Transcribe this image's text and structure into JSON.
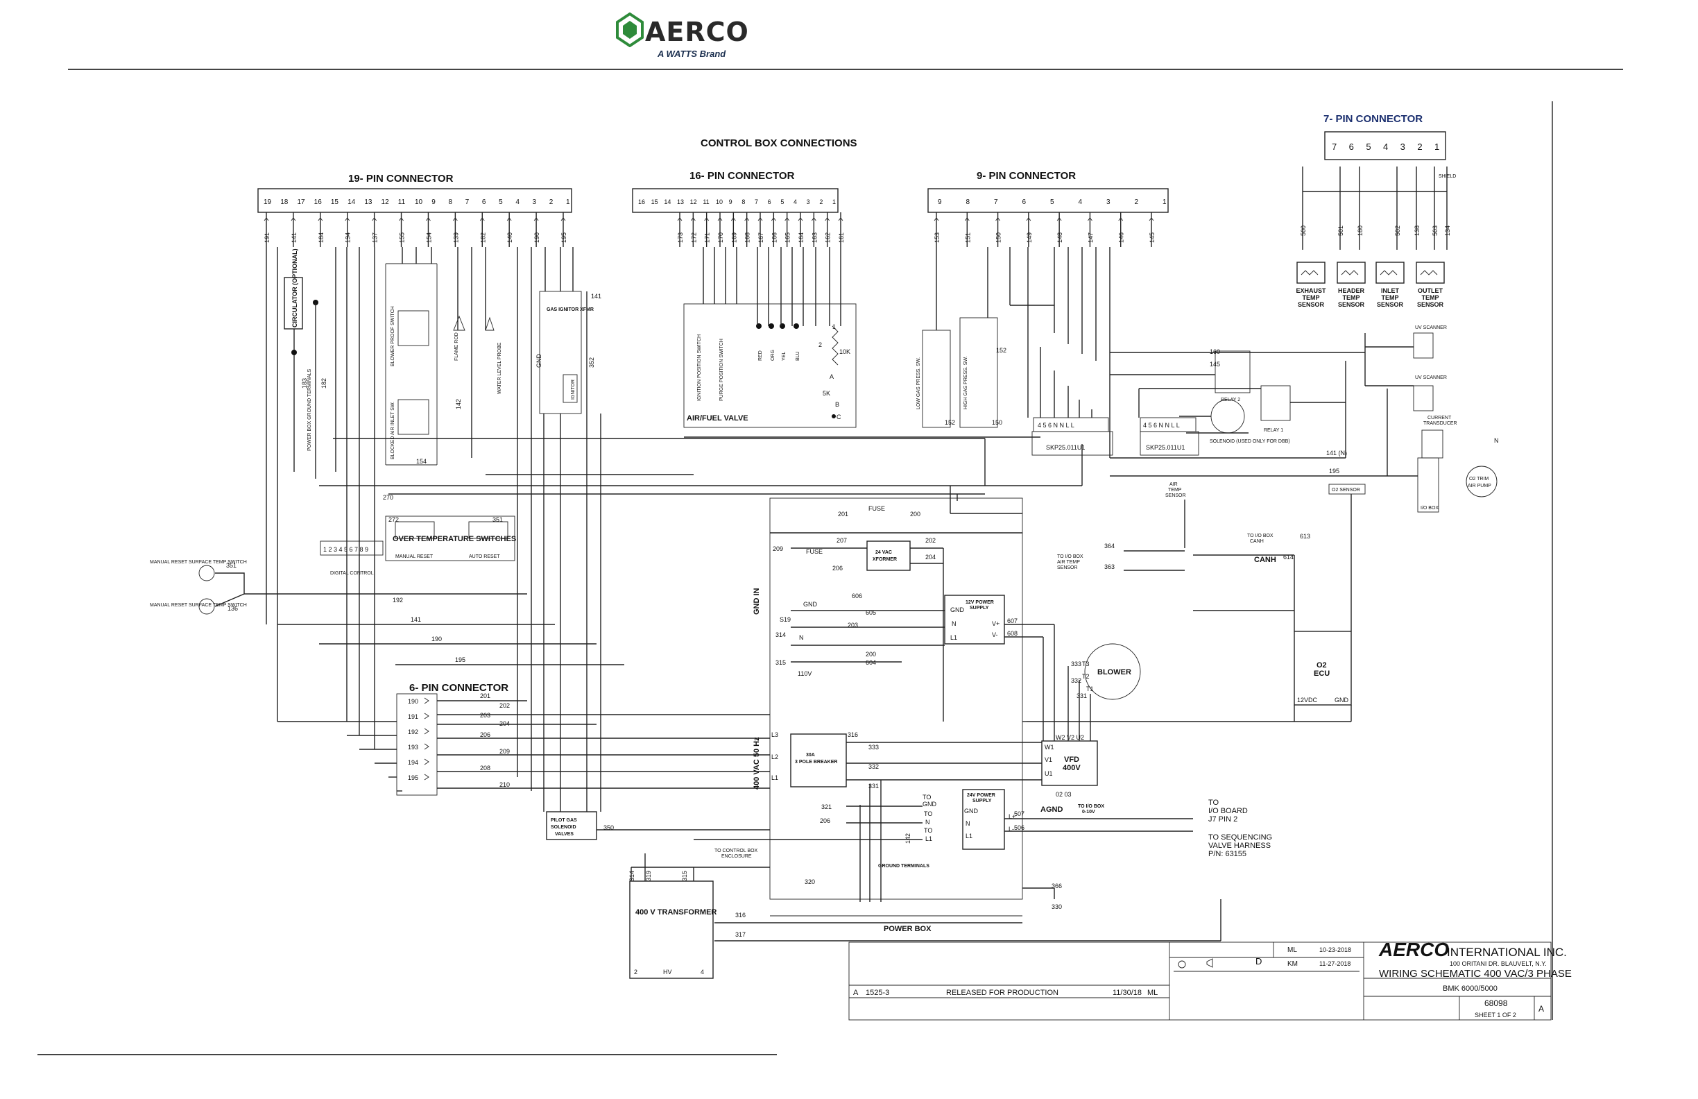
{
  "brand": {
    "name": "AERCO",
    "tagline": "A WATTS Brand"
  },
  "headers": {
    "control_box": "CONTROL BOX CONNECTIONS",
    "pin19": "19- PIN CONNECTOR",
    "pin16": "16- PIN CONNECTOR",
    "pin9": "9- PIN CONNECTOR",
    "pin7": "7- PIN CONNECTOR",
    "pin6": "6- PIN CONNECTOR"
  },
  "pins": {
    "pin19": [
      "19",
      "18",
      "17",
      "16",
      "15",
      "14",
      "13",
      "12",
      "11",
      "10",
      "9",
      "8",
      "7",
      "6",
      "5",
      "4",
      "3",
      "2",
      "1"
    ],
    "pin16": [
      "16",
      "15",
      "14",
      "13",
      "12",
      "11",
      "10",
      "9",
      "8",
      "7",
      "6",
      "5",
      "4",
      "3",
      "2",
      "1"
    ],
    "pin9": [
      "9",
      "8",
      "7",
      "6",
      "5",
      "4",
      "3",
      "2",
      "1"
    ],
    "pin7": [
      "7",
      "6",
      "5",
      "4",
      "3",
      "2",
      "1"
    ]
  },
  "wires": {
    "pin19": [
      "191",
      "141",
      "184",
      "194",
      "137",
      "155",
      "154",
      "139",
      "182",
      "140",
      "190",
      "195"
    ],
    "pin16": [
      "173",
      "172",
      "171",
      "170",
      "169",
      "168",
      "167",
      "166",
      "165",
      "164",
      "163",
      "162",
      "161"
    ],
    "pin9": [
      "153",
      "151",
      "150",
      "149",
      "148",
      "147",
      "146",
      "145"
    ],
    "pin7": [
      "500",
      "501",
      "180",
      "502",
      "138",
      "503",
      "134"
    ]
  },
  "sensors": [
    "EXHAUST TEMP SENSOR",
    "HEADER TEMP SENSOR",
    "INLET TEMP SENSOR",
    "OUTLET TEMP SENSOR"
  ],
  "components": {
    "circulator": "CIRCULATOR (OPTIONAL)",
    "power_box_ground": "POWER BOX GROUND TERMINALS",
    "blower_proof": "BLOWER PROOF SWITCH",
    "blocked_inlet": "BLOCKED AIR INLET SW.",
    "flame_rod": "FLAME ROD",
    "water_level": "WATER LEVEL PROBE",
    "gas_ignitor_xfmr": "GAS IGNITOR XFMR",
    "ignitor": "IGNITOR",
    "air_fuel_valve": "AIR/FUEL VALVE",
    "ignition_switch": "IGNITION POSITION SWITCH",
    "purge_switch": "PURGE POSITION SWITCH",
    "wire_colors": [
      "RED",
      "ORG",
      "YEL",
      "BLU"
    ],
    "pot": [
      "10K",
      "5K",
      "A",
      "B",
      "C"
    ],
    "low_gas": "LOW GAS PRESS. SW.",
    "high_gas": "HIGH GAS PRESS. SW.",
    "relay_base_1": "SKP25.011U1",
    "relay_base_2": "SKP25.011U1",
    "relay2": "RELAY 2",
    "relay1": "RELAY 1",
    "solenoid": "SOLENOID (USED ONLY FOR DBB)",
    "uv_scanner_1": "UV SCANNER",
    "uv_scanner_2": "UV SCANNER",
    "current_transducer": "CURRENT TRANSDUCER",
    "o2_trim_pump": "O2 TRIM AIR PUMP",
    "io_box": "I/O BOX",
    "air_temp_sensor": "AIR TEMP SENSOR",
    "o2_sensor": "O2 SENSOR",
    "to_io_box_air": "TO I/O BOX AIR TEMP SENSOR",
    "to_io_box_canh": "TO I/O BOX CANH",
    "canh": "CANH",
    "o2_ecu": "O2 ECU",
    "ecu_12v": "12VDC",
    "ecu_gnd": "GND",
    "over_temp": "OVER TEMPERATURE SWITCHES",
    "manual_reset": "MANUAL RESET",
    "auto_reset": "AUTO RESET",
    "digital_control": "DIGITAL CONTROL",
    "manual_reset_surface_1": "MANUAL RESET SURFACE TEMP SWITCH",
    "manual_reset_surface_2": "MANUAL RESET SURFACE TEMP SWITCH",
    "fuse_top": "FUSE",
    "fuse_left": "FUSE",
    "xformer_24": "24 VAC XFORMER",
    "ps_12v": "12V POWER SUPPLY",
    "ps_24v": "24V POWER SUPPLY",
    "gnd_in": "GND IN",
    "vac_400": "400 VAC 50 Hz",
    "breaker": "30A 3 POLE BREAKER",
    "vfd": "VFD 400V",
    "agnd": "AGND",
    "to_io_box_0_10": "TO I/O BOX 0-10V",
    "blower": "BLOWER",
    "pilot_gas": "PILOT GAS SOLENOID VALVES",
    "transformer_400": "400 V TRANSFORMER",
    "to_control_box": "TO CONTROL BOX ENCLOSURE",
    "ground_terminals": "GROUND TERMINALS",
    "power_box": "POWER BOX",
    "to_io_board": "TO I/O BOARD J7 PIN 2",
    "to_sequencing": "TO SEQUENCING VALVE HARNESS P/N: 63155",
    "hv": "HV",
    "shield": "SHIELD",
    "n_label": "N",
    "v110": "110V",
    "gnd": "GND"
  },
  "pin6_rows": [
    "190",
    "191",
    "192",
    "193",
    "194",
    "195"
  ],
  "pin6_wires": [
    "201",
    "202",
    "203",
    "204",
    "206",
    "209",
    "208",
    "210"
  ],
  "title_block": {
    "company": "INTERNATIONAL INC.",
    "address": "100 ORITANI DR. BLAUVELT, N.Y.",
    "title": "WIRING SCHEMATIC 400 VAC/3 PHASE",
    "model": "BMK 6000/5000",
    "drawing_no": "68098",
    "sheet": "SHEET 1 OF 2",
    "rev": "A",
    "size": "D",
    "drawn_by": "ML",
    "drawn_date": "10-23-2018",
    "checked_by": "KM",
    "checked_date": "11-27-2018",
    "rev_row": {
      "rev": "A",
      "ecn": "1525-3",
      "description": "RELEASED FOR PRODUCTION",
      "date": "11/30/18",
      "by": "ML"
    }
  }
}
